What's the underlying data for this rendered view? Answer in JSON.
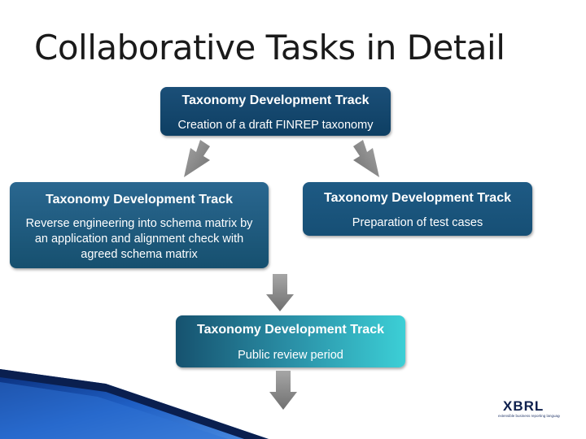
{
  "title": "Collaborative Tasks in Detail",
  "boxes": {
    "top": {
      "title": "Taxonomy Development Track",
      "text": "Creation of a draft FINREP taxonomy"
    },
    "left": {
      "title": "Taxonomy Development Track",
      "text": "Reverse engineering into schema matrix by an application and alignment check with agreed schema matrix"
    },
    "right": {
      "title": "Taxonomy Development Track",
      "text": "Preparation of test cases"
    },
    "bottom": {
      "title": "Taxonomy Development Track",
      "text": "Public review period"
    }
  },
  "logo": {
    "word": "XBRL",
    "tagline": "extensible business reporting language"
  },
  "colors": {
    "box_dark": "#0e3f63",
    "box_mid": "#1e5a84",
    "gradient_end": "#3ccfd6",
    "arrow": "#8c8c8c"
  }
}
